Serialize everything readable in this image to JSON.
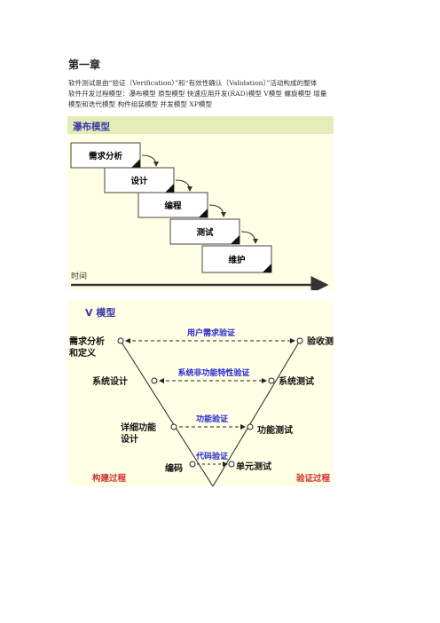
{
  "chapter_title": "第一章",
  "paragraphs": [
    "软件测试是由“验证（Verification）”和“有效性确认（Validation）”活动构成的整体",
    "软件开发过程模型：瀑布模型  原型模型  快速应用开发(RAD)模型  V模型  螺旋模型  增量",
    "模型和迭代模型  构件组装模型  并发模型  XP模型"
  ],
  "waterfall": {
    "title": "瀑布模型",
    "stages": [
      "需求分析",
      "设计",
      "编程",
      "测试",
      "维护"
    ],
    "time_label": "时间",
    "colors": {
      "title": "#3a3aa8",
      "header_bg": "#e4ecb8",
      "body_bg": "#ffffe6"
    }
  },
  "v_model": {
    "title": "V 模型",
    "left_nodes": [
      "需求分析\n和定义",
      "系统设计",
      "详细功能\n设计",
      "编码"
    ],
    "right_nodes": [
      "验收测试",
      "系统测试",
      "功能测试",
      "单元测试"
    ],
    "verifications": [
      "用户需求验证",
      "系统非功能特性验证",
      "功能验证",
      "代码验证"
    ],
    "left_footer": "构建过程",
    "right_footer": "验证过程",
    "colors": {
      "title": "#3a3aa8",
      "verification": "#2a2ad0",
      "footer": "#d03030",
      "body_bg": "#ffffe6"
    }
  }
}
